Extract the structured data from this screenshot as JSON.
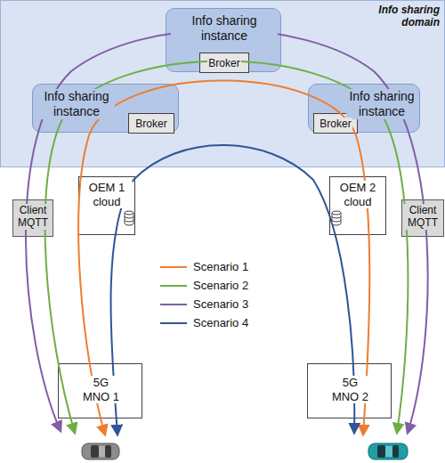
{
  "diagram": {
    "nodes": [
      {
        "text": [
          "Info sharing domain"
        ]
      },
      {
        "text": [
          "Info sharing instance"
        ],
        "in": 0
      },
      {
        "text": [
          "Broker"
        ],
        "in": 1
      },
      {
        "text": [
          "Info sharing instance"
        ],
        "in": 0
      },
      {
        "text": [
          "Broker"
        ],
        "in": 3
      },
      {
        "text": [
          "Info sharing instance"
        ],
        "in": 0
      },
      {
        "text": [
          "Broker"
        ],
        "in": 5
      },
      {
        "text": [
          "OEM 1 cloud"
        ]
      },
      {
        "text": [
          "Client MQTT"
        ]
      },
      {
        "text": [
          "OEM 2 cloud"
        ]
      },
      {
        "text": [
          "Client MQTT"
        ]
      },
      {
        "text": [
          "5G MNO 1"
        ]
      },
      {
        "text": [
          "5G MNO 2"
        ]
      }
    ],
    "legend": [
      {
        "text": "Scenario 1"
      },
      {
        "text": "Scenario 2"
      },
      {
        "text": "Scenario 3"
      },
      {
        "text": "Scenario 4"
      }
    ]
  }
}
